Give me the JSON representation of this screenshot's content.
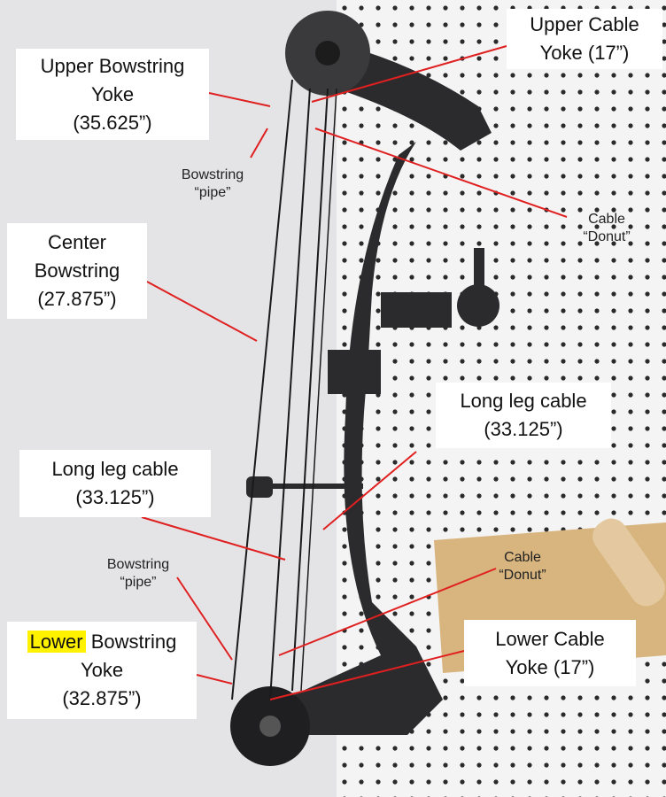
{
  "labels": {
    "upper_bowstring_yoke": {
      "line1": "Upper Bowstring",
      "line2": "Yoke",
      "line3": "(35.625”)"
    },
    "upper_cable_yoke": {
      "line1": "Upper Cable",
      "line2": "Yoke (17”)"
    },
    "upper_bowstring_pipe": {
      "line1": "Bowstring",
      "line2": "“pipe”"
    },
    "upper_cable_donut": {
      "line1": "Cable",
      "line2": "“Donut”"
    },
    "center_bowstring": {
      "line1": "Center",
      "line2": "Bowstring",
      "line3": "(27.875”)"
    },
    "long_leg_cable_right": {
      "line1": "Long leg cable",
      "line2": "(33.125”)"
    },
    "long_leg_cable_left": {
      "line1": "Long leg cable",
      "line2": "(33.125”)"
    },
    "lower_bowstring_pipe": {
      "line1": "Bowstring",
      "line2": "“pipe”"
    },
    "lower_cable_donut": {
      "line1": "Cable",
      "line2": "“Donut”"
    },
    "lower_bowstring_yoke": {
      "highlight": "Lower",
      "line1_rest": " Bowstring",
      "line2": "Yoke",
      "line3": "(32.875”)"
    },
    "lower_cable_yoke": {
      "line1": "Lower Cable",
      "line2": "Yoke (17”)"
    }
  },
  "colors": {
    "leader_line": "#e02020",
    "highlight": "#fff200",
    "bow": "#2b2a2c"
  }
}
